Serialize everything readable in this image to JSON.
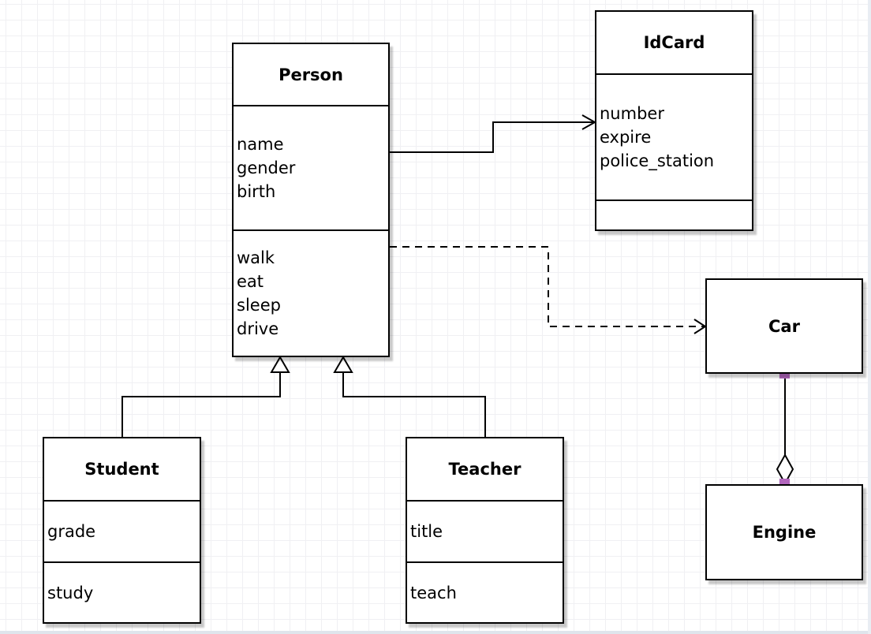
{
  "canvas": {
    "type": "uml-class-diagram",
    "background": "#ffffff",
    "grid_color": "#f0f0f3",
    "stroke_color": "#000000",
    "connection_point_color": "#b266bd",
    "scrollbar_edge_color": "#dfe5ec"
  },
  "classes": [
    {
      "name": "Person",
      "attributes": [
        "name",
        "gender",
        "birth"
      ],
      "methods": [
        "walk",
        "eat",
        "sleep",
        "drive"
      ]
    },
    {
      "name": "IdCard",
      "attributes": [
        "number",
        "expire",
        "police_station"
      ],
      "methods": []
    },
    {
      "name": "Car",
      "attributes": [],
      "methods": []
    },
    {
      "name": "Engine",
      "attributes": [],
      "methods": []
    },
    {
      "name": "Student",
      "attributes": [
        "grade"
      ],
      "methods": [
        "study"
      ]
    },
    {
      "name": "Teacher",
      "attributes": [
        "title"
      ],
      "methods": [
        "teach"
      ]
    }
  ],
  "relations": [
    {
      "from": "Person",
      "to": "IdCard",
      "type": "association",
      "line": "solid",
      "arrow": "open"
    },
    {
      "from": "Person",
      "to": "Car",
      "type": "dependency",
      "line": "dashed",
      "arrow": "open"
    },
    {
      "from": "Student",
      "to": "Person",
      "type": "generalization",
      "line": "solid",
      "arrow": "hollow-triangle"
    },
    {
      "from": "Teacher",
      "to": "Person",
      "type": "generalization",
      "line": "solid",
      "arrow": "hollow-triangle"
    },
    {
      "from": "Car",
      "to": "Engine",
      "type": "aggregation",
      "line": "solid",
      "arrow": "hollow-diamond"
    }
  ]
}
